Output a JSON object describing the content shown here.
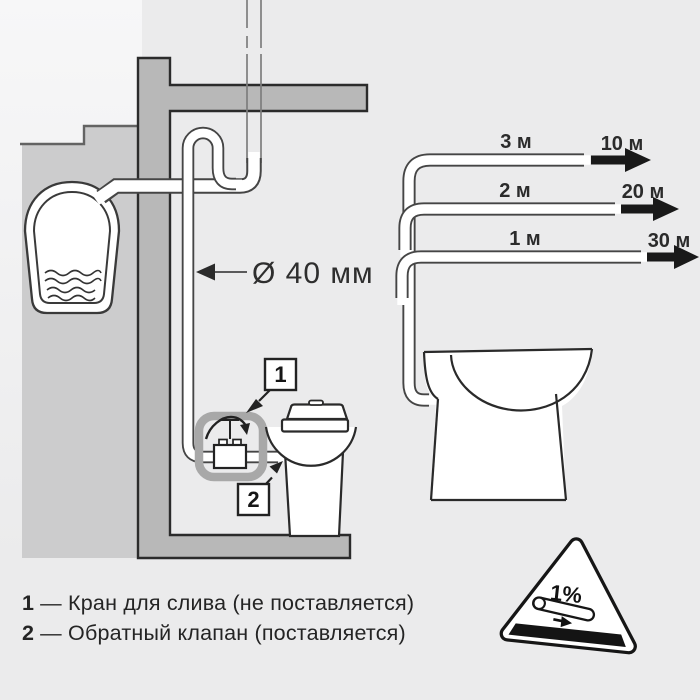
{
  "left_scene": {
    "dimension_label": "Ø 40 мм",
    "callouts": {
      "one": "1",
      "two": "2"
    }
  },
  "right_scene": {
    "branches": [
      {
        "length": "3 м",
        "distance": "10 м"
      },
      {
        "length": "2 м",
        "distance": "20 м"
      },
      {
        "length": "1 м",
        "distance": "30 м"
      }
    ]
  },
  "warning_sign": {
    "slope": "1%"
  },
  "legend": [
    {
      "num": "1",
      "text": "— Кран для слива (не поставляется)"
    },
    {
      "num": "2",
      "text": "— Обратный клапан (поставляется)"
    }
  ],
  "colors": {
    "background": "#ebebec",
    "wall": "#b8b8b8",
    "ground": "#cccccd",
    "outline": "#2b2b2b",
    "pipe_outline": "#454545",
    "valve_highlight": "#a8a8a8",
    "arrow_black": "#191919"
  }
}
